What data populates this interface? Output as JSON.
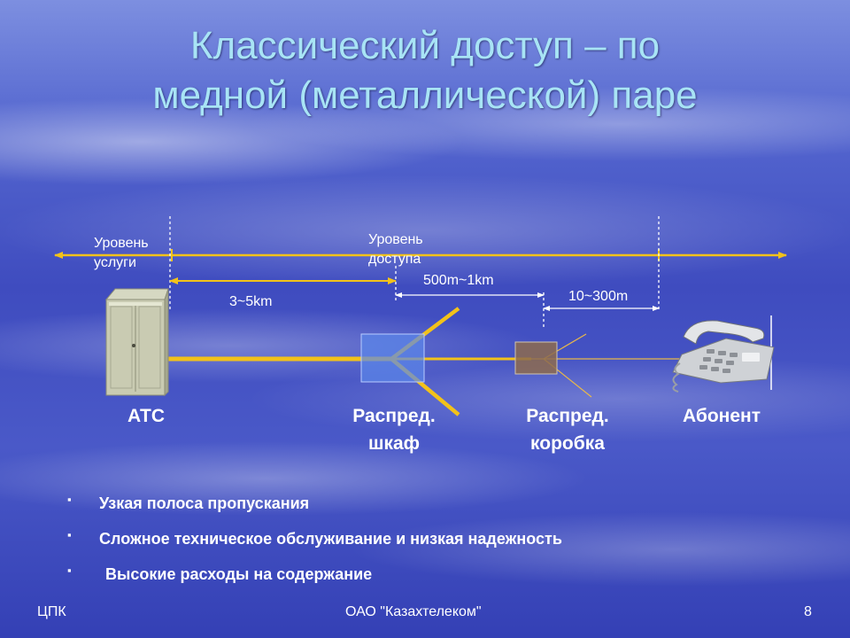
{
  "title": {
    "line1": "Классический доступ – по",
    "line2": "медной (металлической) паре"
  },
  "levels": {
    "service": "Уровень\nуслуги",
    "access": "Уровень\nдоступа"
  },
  "distances": {
    "atc_to_cabinet": "3~5km",
    "cabinet_to_box": "500m~1km",
    "box_to_subscriber": "10~300m"
  },
  "nodes": {
    "atc": "АТС",
    "cabinet": "Распред.\nшкаф",
    "box": "Распред.\nкоробка",
    "subscriber": "Абонент"
  },
  "bullets": [
    "Узкая полоса пропускания",
    "Сложное техническое обслуживание и низкая надежность",
    " Высокие расходы на содержание"
  ],
  "footer": {
    "left": "ЦПК",
    "center": "ОАО \"Казахтелеком\"",
    "page": "8"
  },
  "colors": {
    "title": "#a8e4f5",
    "line": "#f2c21a",
    "box_blue": "#4f7ae0",
    "box_brown": "#8a6a4a"
  },
  "icons": [
    "exchange-cabinet-icon",
    "telephone-icon"
  ]
}
